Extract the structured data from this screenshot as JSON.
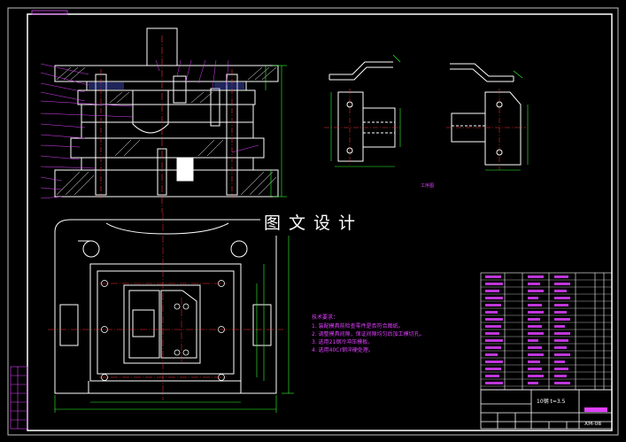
{
  "watermark": {
    "text": "图文设计"
  },
  "tech_notes": {
    "title": "技术要求：",
    "items": [
      "1. 装配模具前检查零件是否符合图纸。",
      "2. 调整模具间隙，保证间隙均匀后加工模切孔。",
      "3. 选用21钢冷冲压模板。",
      "4. 选用40Cr钢淬硬处理。"
    ]
  },
  "workpiece_label": "工序图",
  "title_block": {
    "material": "10钢 t=3.5",
    "drawing_no": "XM-08"
  },
  "colors": {
    "frame": "#ffffff",
    "outline": "#ffffff",
    "dimension": "#33ff33",
    "hatch": "#ffffff",
    "center": "#ff3333",
    "label": "#e040ff",
    "accent": "#5a6bff"
  }
}
